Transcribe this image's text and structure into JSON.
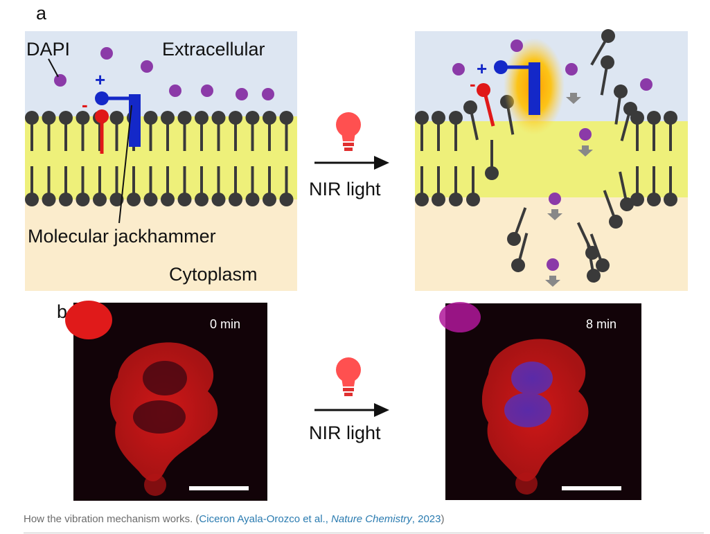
{
  "panel_a": {
    "label": "a",
    "dapi_label": "DAPI",
    "extracellular_label": "Extracellular",
    "cytoplasm_label": "Cytoplasm",
    "molecule_label": "Molecular jackhammer",
    "plus_sign": "+",
    "minus_sign": "-",
    "arrow_label": "NIR light"
  },
  "panel_b": {
    "label": "b",
    "time_before": "0 min",
    "time_after": "8 min",
    "arrow_label": "NIR light"
  },
  "colors": {
    "extracellular_bg": "#dde6f2",
    "membrane_core": "#eef07a",
    "cytoplasm_bg": "#fbeccc",
    "lipid_head": "#3a3a3a",
    "dapi": "#8b3aa8",
    "positive": "#1428c8",
    "negative": "#e01818",
    "glow": "#ffb400",
    "bulb": "#ff5050"
  },
  "caption": {
    "text": "How the vibration mechanism works. (",
    "authors": "Ciceron Ayala-Orozco et al., ",
    "journal": "Nature Chemistry",
    "year": ", 2023",
    "close": ")"
  }
}
